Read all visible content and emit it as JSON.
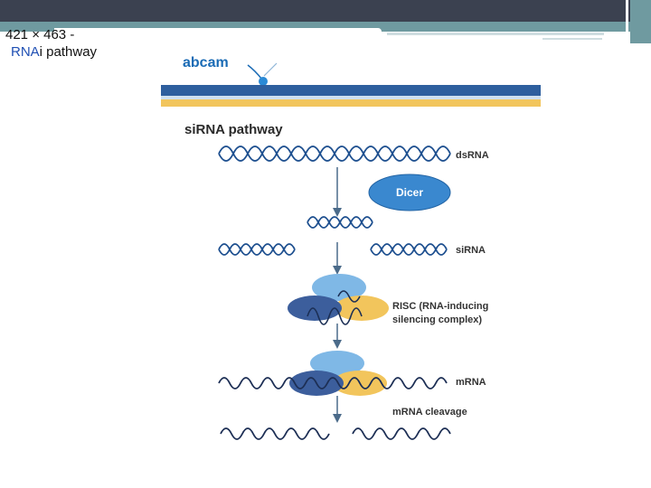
{
  "caption": {
    "size_text": "421 × 463 -",
    "title_keyword": "RNA",
    "title_rest": "i pathway"
  },
  "figure": {
    "logo": "abcam",
    "heading": "siRNA pathway",
    "labels": {
      "dsrna": "dsRNA",
      "dicer": "Dicer",
      "sirna": "siRNA",
      "risc_line1": "RISC (RNA-inducing",
      "risc_line2": "silencing complex)",
      "mrna": "mRNA",
      "cleavage": "mRNA cleavage"
    }
  },
  "colors": {
    "brand_blue": "#1a6bb5",
    "header_stripe": "#2e5f9e",
    "header_stripe_light": "#cfe0f0",
    "helix": "#1d4f8f",
    "dicer_blue": "#3a88cf",
    "risc_light": "#7fb8e6",
    "risc_dark": "#3c5e9c",
    "risc_yellow": "#f2c55c"
  }
}
